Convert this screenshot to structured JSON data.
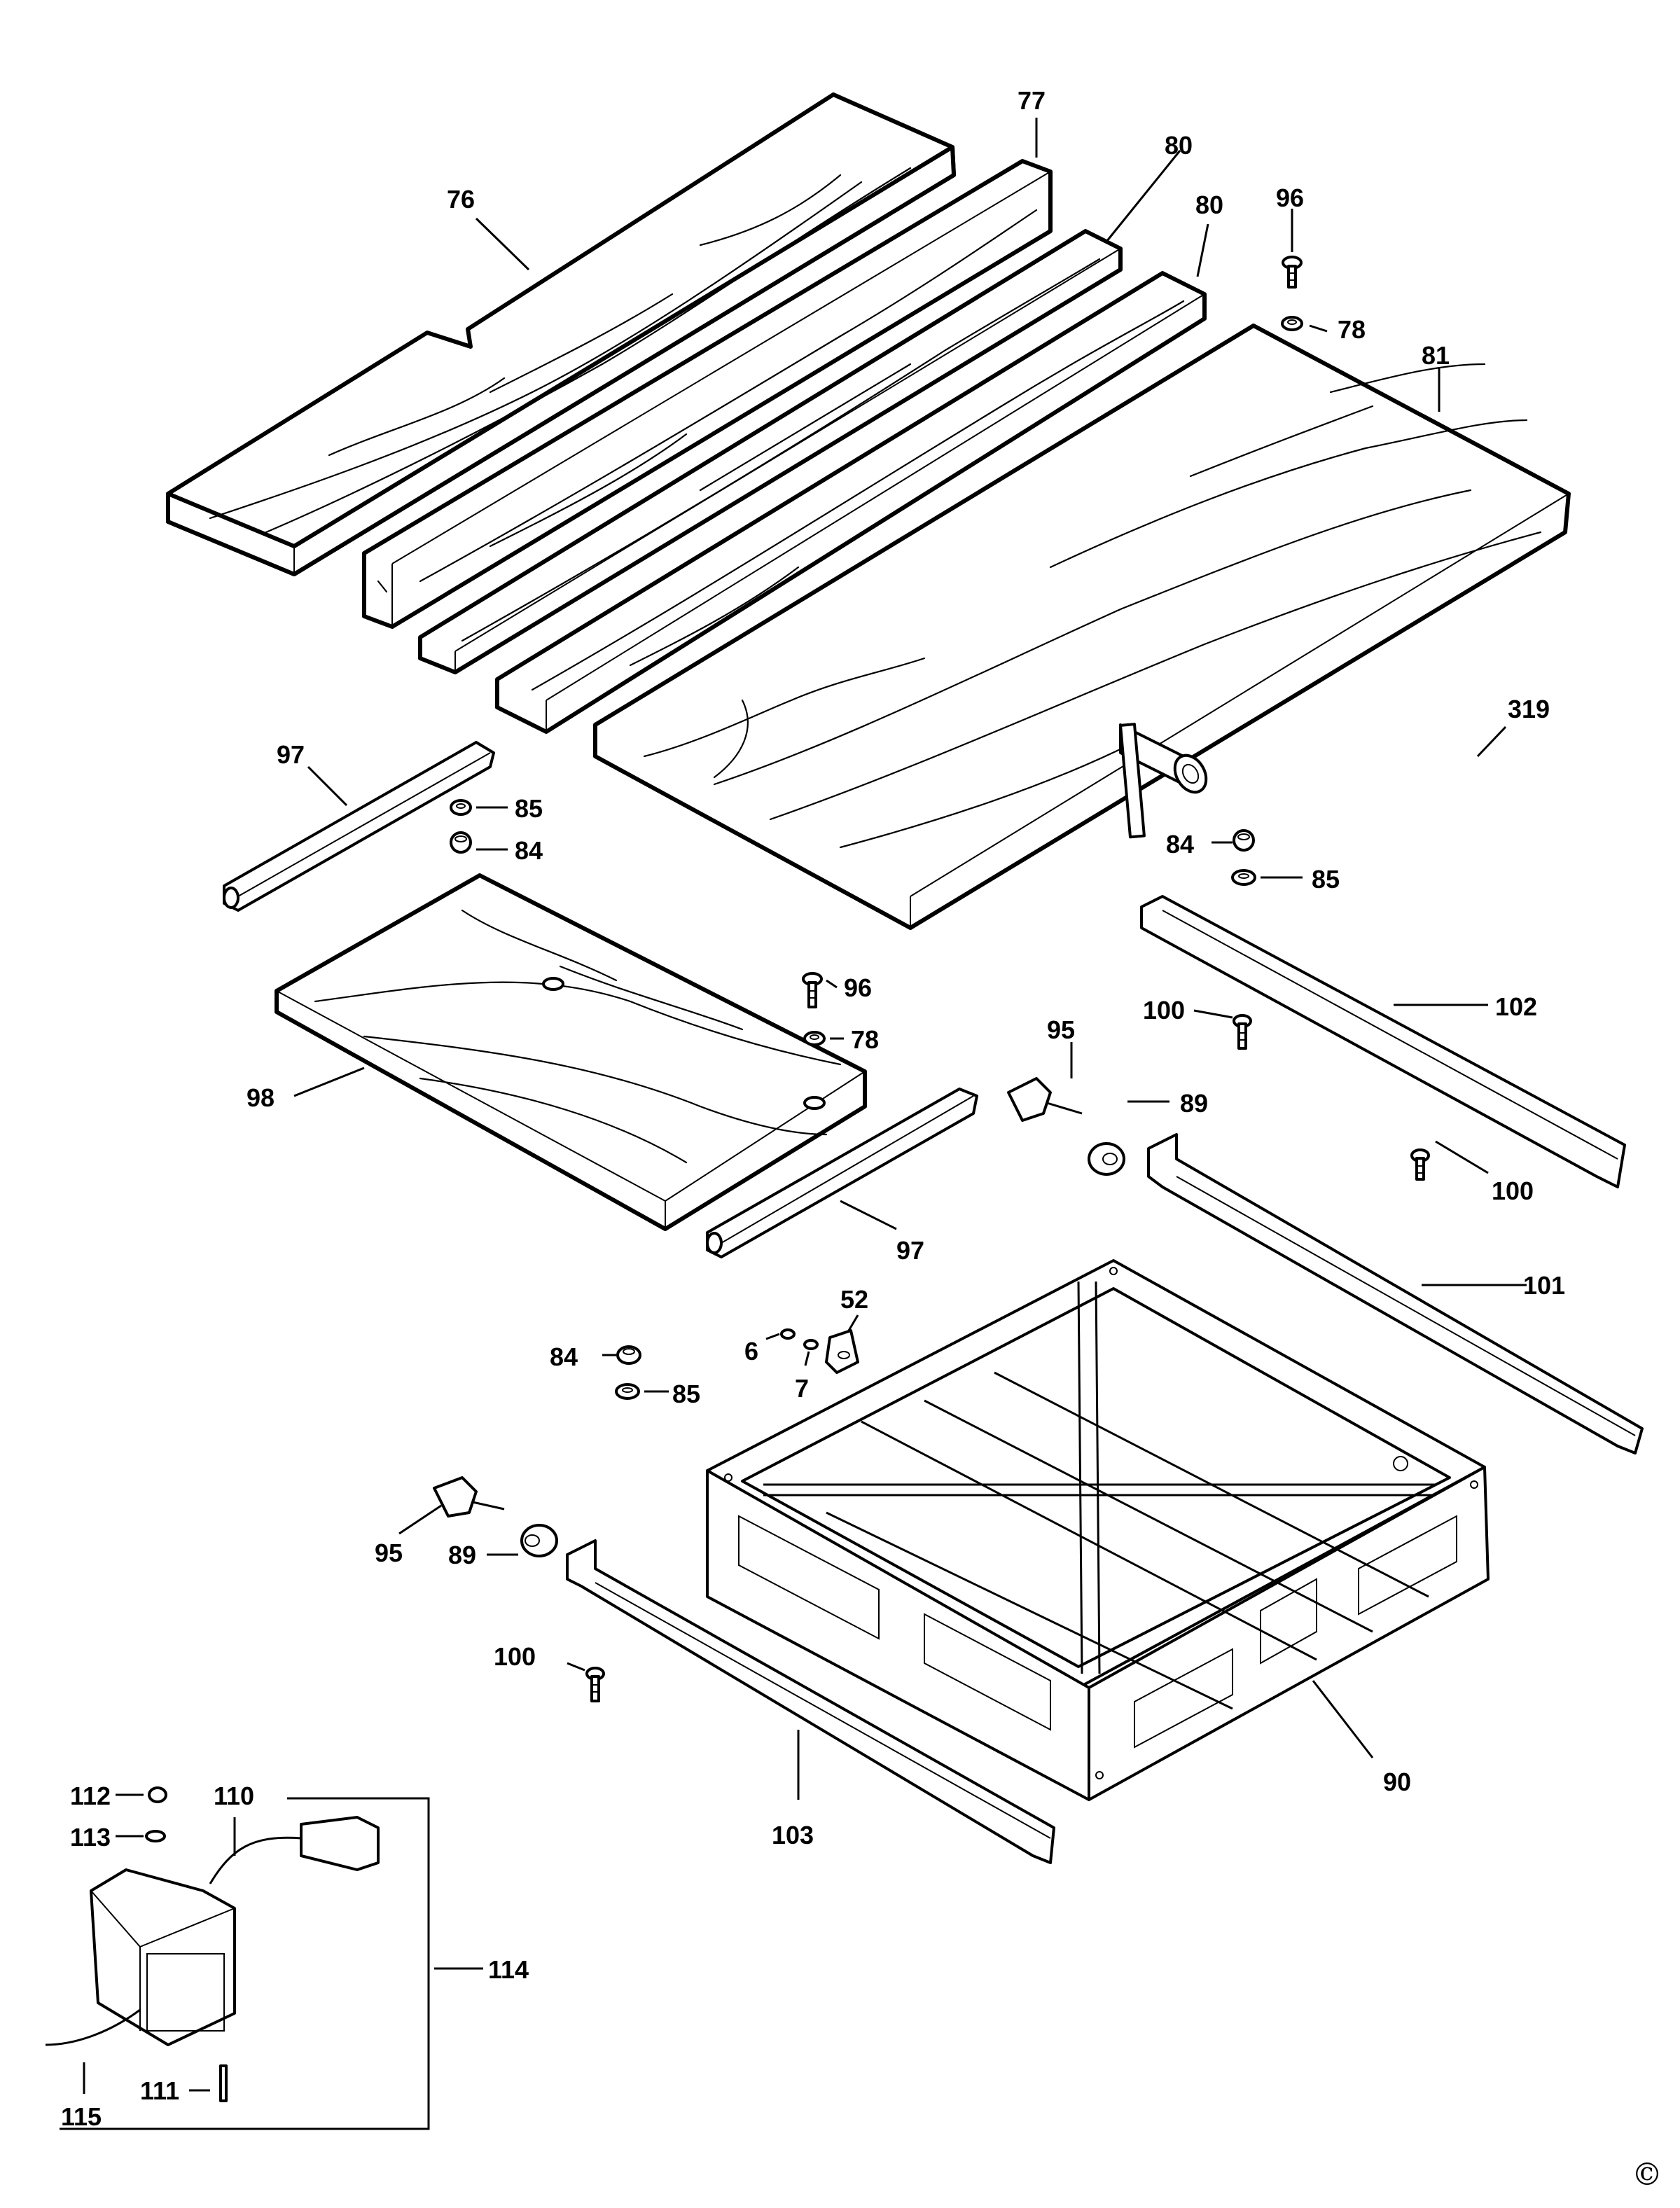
{
  "diagram": {
    "type": "exploded-parts-view",
    "copyright_symbol": "©",
    "part_labels": [
      {
        "id": "76",
        "text": "76"
      },
      {
        "id": "77",
        "text": "77"
      },
      {
        "id": "80a",
        "text": "80"
      },
      {
        "id": "80b",
        "text": "80"
      },
      {
        "id": "96a",
        "text": "96"
      },
      {
        "id": "78a",
        "text": "78"
      },
      {
        "id": "81",
        "text": "81"
      },
      {
        "id": "319",
        "text": "319"
      },
      {
        "id": "97a",
        "text": "97"
      },
      {
        "id": "85a",
        "text": "85"
      },
      {
        "id": "84a",
        "text": "84"
      },
      {
        "id": "84b",
        "text": "84"
      },
      {
        "id": "85b",
        "text": "85"
      },
      {
        "id": "96b",
        "text": "96"
      },
      {
        "id": "78b",
        "text": "78"
      },
      {
        "id": "95a",
        "text": "95"
      },
      {
        "id": "100a",
        "text": "100"
      },
      {
        "id": "102",
        "text": "102"
      },
      {
        "id": "98",
        "text": "98"
      },
      {
        "id": "89a",
        "text": "89"
      },
      {
        "id": "100b",
        "text": "100"
      },
      {
        "id": "97b",
        "text": "97"
      },
      {
        "id": "101",
        "text": "101"
      },
      {
        "id": "52",
        "text": "52"
      },
      {
        "id": "6",
        "text": "6"
      },
      {
        "id": "7",
        "text": "7"
      },
      {
        "id": "84c",
        "text": "84"
      },
      {
        "id": "85c",
        "text": "85"
      },
      {
        "id": "95b",
        "text": "95"
      },
      {
        "id": "89b",
        "text": "89"
      },
      {
        "id": "100c",
        "text": "100"
      },
      {
        "id": "90",
        "text": "90"
      },
      {
        "id": "103",
        "text": "103"
      },
      {
        "id": "112",
        "text": "112"
      },
      {
        "id": "110",
        "text": "110"
      },
      {
        "id": "113",
        "text": "113"
      },
      {
        "id": "114",
        "text": "114"
      },
      {
        "id": "111",
        "text": "111"
      },
      {
        "id": "115",
        "text": "115"
      }
    ]
  }
}
